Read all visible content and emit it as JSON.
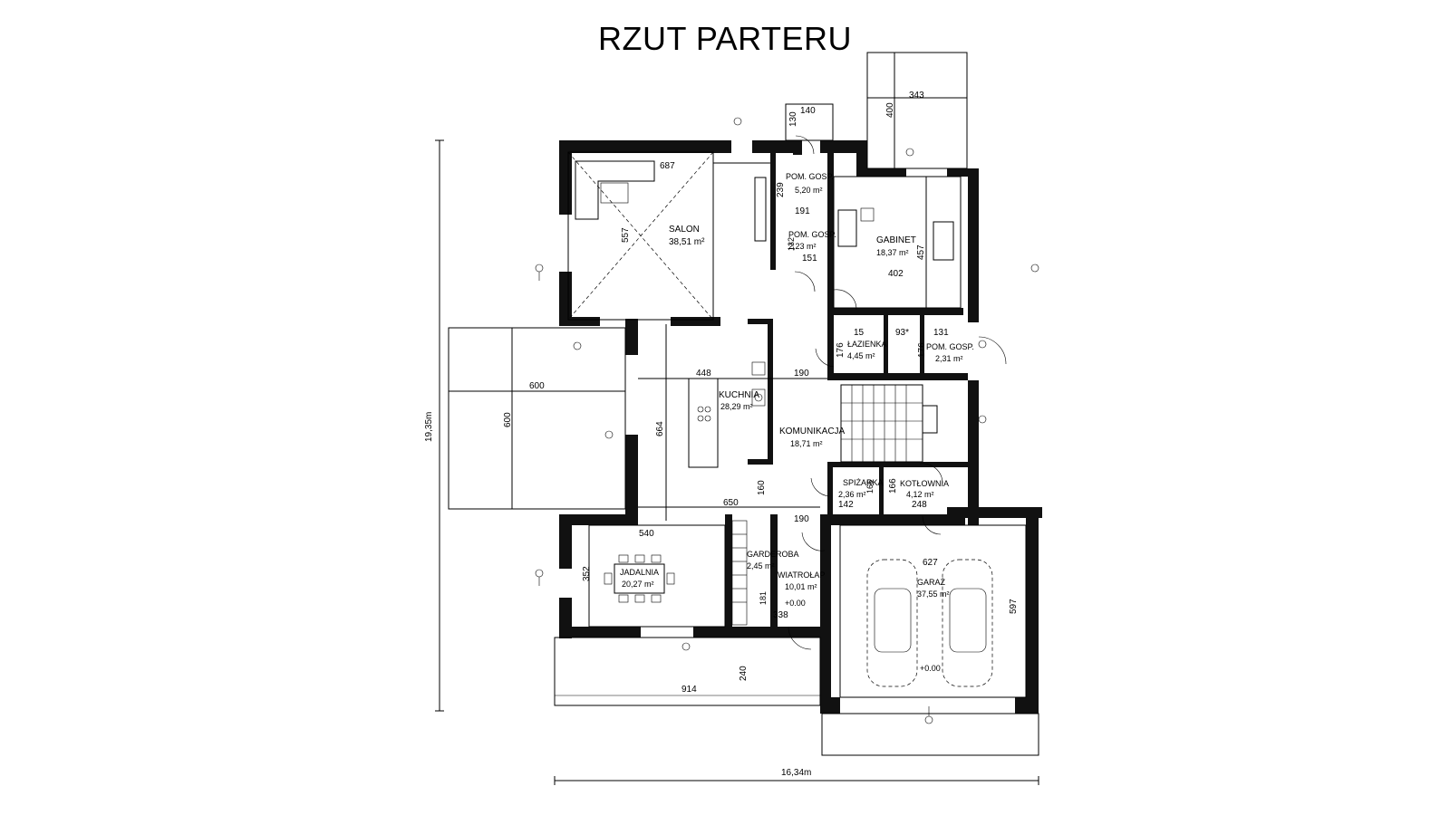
{
  "title": "RZUT PARTERU",
  "rooms": [
    {
      "key": "salon",
      "name": "SALON",
      "area": "38,51 m²"
    },
    {
      "key": "pomgosp1",
      "name": "POM. GOSP.",
      "area": "5,20 m²"
    },
    {
      "key": "pomgosp2",
      "name": "POM. GOSP.",
      "area": "2,23 m²"
    },
    {
      "key": "gabinet",
      "name": "GABINET",
      "area": "18,37 m²"
    },
    {
      "key": "lazienka",
      "name": "ŁAZIENKA",
      "area": "4,45 m²"
    },
    {
      "key": "pomgosp3",
      "name": "POM. GOSP.",
      "area": "2,31 m²"
    },
    {
      "key": "kuchnia",
      "name": "KUCHNIA",
      "area": "28,29 m²"
    },
    {
      "key": "komunikacja",
      "name": "KOMUNIKACJA",
      "area": "18,71 m²"
    },
    {
      "key": "spizarka",
      "name": "SPIŻARKA",
      "area": "2,36 m²"
    },
    {
      "key": "kotlownia",
      "name": "KOTŁOWNIA",
      "area": "4,12 m²"
    },
    {
      "key": "garderoba",
      "name": "GARDEROBA",
      "area": "2,45 m²"
    },
    {
      "key": "wiatrolap",
      "name": "WIATROŁAP",
      "area": "10,01 m²"
    },
    {
      "key": "jadalnia",
      "name": "JADALNIA",
      "area": "20,27 m²"
    },
    {
      "key": "garaz",
      "name": "GARAŻ",
      "area": "37,55 m²"
    }
  ],
  "dimensions": {
    "overall_height": "19,35m",
    "overall_width": "16,34m",
    "d687": "687",
    "d557": "557",
    "d239": "239",
    "d191": "191",
    "d132": "132",
    "d151": "151",
    "d140": "140",
    "d130": "130",
    "d343": "343",
    "d400": "400",
    "d457": "457",
    "d402": "402",
    "d15": "15",
    "d93": "93*",
    "d131": "131",
    "d176a": "176",
    "d176b": "176",
    "d448": "448",
    "d190a": "190",
    "d600a": "600",
    "d600b": "600",
    "d664": "664",
    "d650": "650",
    "d160": "160",
    "d190b": "190",
    "d166a": "166",
    "d142": "142",
    "d166b": "166",
    "d248": "248",
    "d540": "540",
    "d352": "352",
    "d181": "181",
    "d338": "338",
    "d627": "627",
    "d597": "597",
    "d914": "914",
    "d240": "240"
  },
  "levels": {
    "entry": "+0.00",
    "garage": "+0.00"
  },
  "icons": [
    "door-swing-icon",
    "sofa-icon",
    "dining-table-icon",
    "car-icon",
    "stairs-icon",
    "window-symbol-icon"
  ],
  "colors": {
    "wall": "#111111",
    "line": "#000000",
    "background": "#ffffff"
  }
}
